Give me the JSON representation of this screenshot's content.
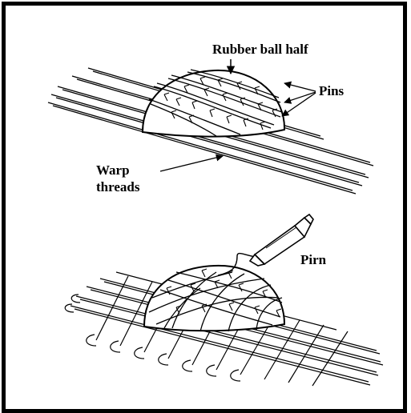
{
  "diagram": {
    "labels": {
      "rubber_ball_half": "Rubber ball half",
      "pins": "Pins",
      "warp_line1": "Warp",
      "warp_line2": "threads",
      "pirn": "Pirn"
    },
    "colors": {
      "ink": "#000000",
      "background": "#ffffff"
    }
  }
}
